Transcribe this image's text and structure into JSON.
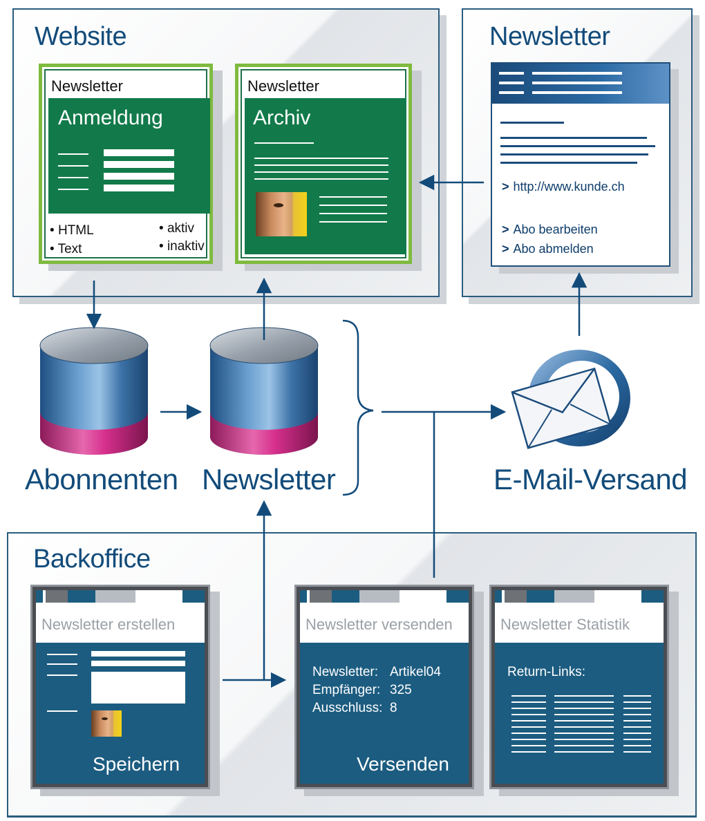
{
  "website": {
    "title": "Website",
    "signup_card": {
      "header": "Newsletter",
      "title": "Anmeldung",
      "format_options": [
        "HTML",
        "Text"
      ],
      "status_options": [
        "aktiv",
        "inaktiv"
      ]
    },
    "archive_card": {
      "header": "Newsletter",
      "title": "Archiv"
    }
  },
  "newsletter_panel": {
    "title": "Newsletter",
    "links": [
      {
        "arrow": ">",
        "text": "http://www.kunde.ch"
      },
      {
        "arrow": ">",
        "text": "Abo bearbeiten"
      },
      {
        "arrow": ">",
        "text": "Abo abmelden"
      }
    ]
  },
  "databases": {
    "subscribers_label": "Abonnenten",
    "newsletter_label": "Newsletter"
  },
  "email": {
    "label": "E-Mail-Versand"
  },
  "backoffice": {
    "title": "Backoffice",
    "create": {
      "header": "Newsletter erstellen",
      "button": "Speichern"
    },
    "send": {
      "header": "Newsletter versenden",
      "fields": [
        {
          "label": "Newsletter:",
          "value": "Artikel04"
        },
        {
          "label": "Empfänger:",
          "value": "325"
        },
        {
          "label": "Ausschluss:",
          "value": "8"
        }
      ],
      "button": "Versenden"
    },
    "stats": {
      "header": "Newsletter Statistik",
      "return_links_label": "Return-Links:"
    }
  },
  "colors": {
    "navy": "#124b7a",
    "green": "#127a4a",
    "lime_border": "#7fba3f",
    "magenta": "#d6308c",
    "backoffice_blue": "#1c5c80"
  }
}
